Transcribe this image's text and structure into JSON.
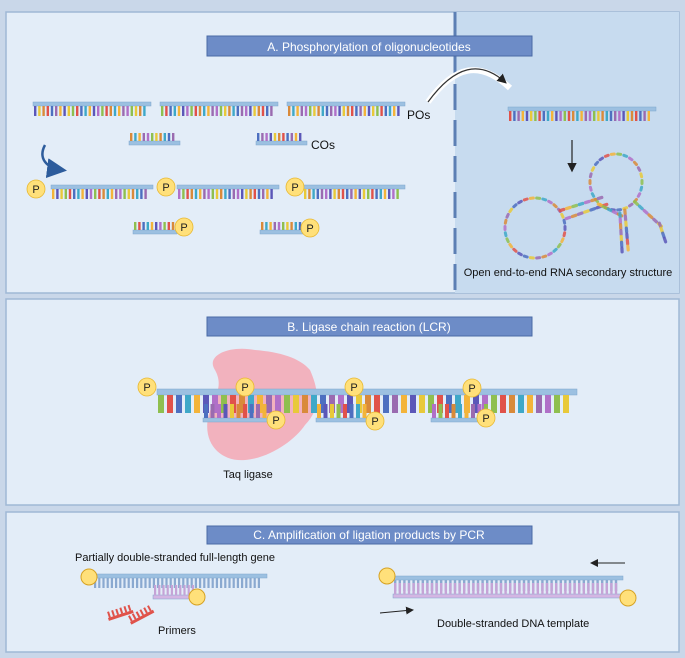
{
  "panels": {
    "a": {
      "title": "A. Phosphorylation of oligonucleotides",
      "po_label": "POs",
      "co_label": "COs",
      "phosphate_label": "P",
      "rna_label": "Open end-to-end RNA secondary structure"
    },
    "b": {
      "title": "B. Ligase chain reaction (LCR)",
      "enzyme_label": "Taq ligase",
      "phosphate_label": "P"
    },
    "c": {
      "title": "C. Amplification of ligation products by PCR",
      "partial_label": "Partially double-stranded full-length gene",
      "primers_label": "Primers",
      "template_label": "Double-stranded DNA template"
    }
  },
  "colors": {
    "panel_fill": "#e3edf8",
    "panel_stroke": "#9fb8d6",
    "rna_area": "#c7dbef",
    "title_fill": "#6d8cc7",
    "backbone": "#9cc0e1",
    "phosphate": "#ffe07a",
    "ligase": "#f4a7b4",
    "divider": "#5c7fb4",
    "arrow": "#2d5c9c",
    "primer": "#e0524a",
    "base_palette": [
      "#5b57b8",
      "#e0524a",
      "#f3b43a",
      "#8fbf4f",
      "#3fa8c8",
      "#b070c8",
      "#d98a3a",
      "#9a6bb0",
      "#e8c93a",
      "#4d6fc0"
    ]
  }
}
